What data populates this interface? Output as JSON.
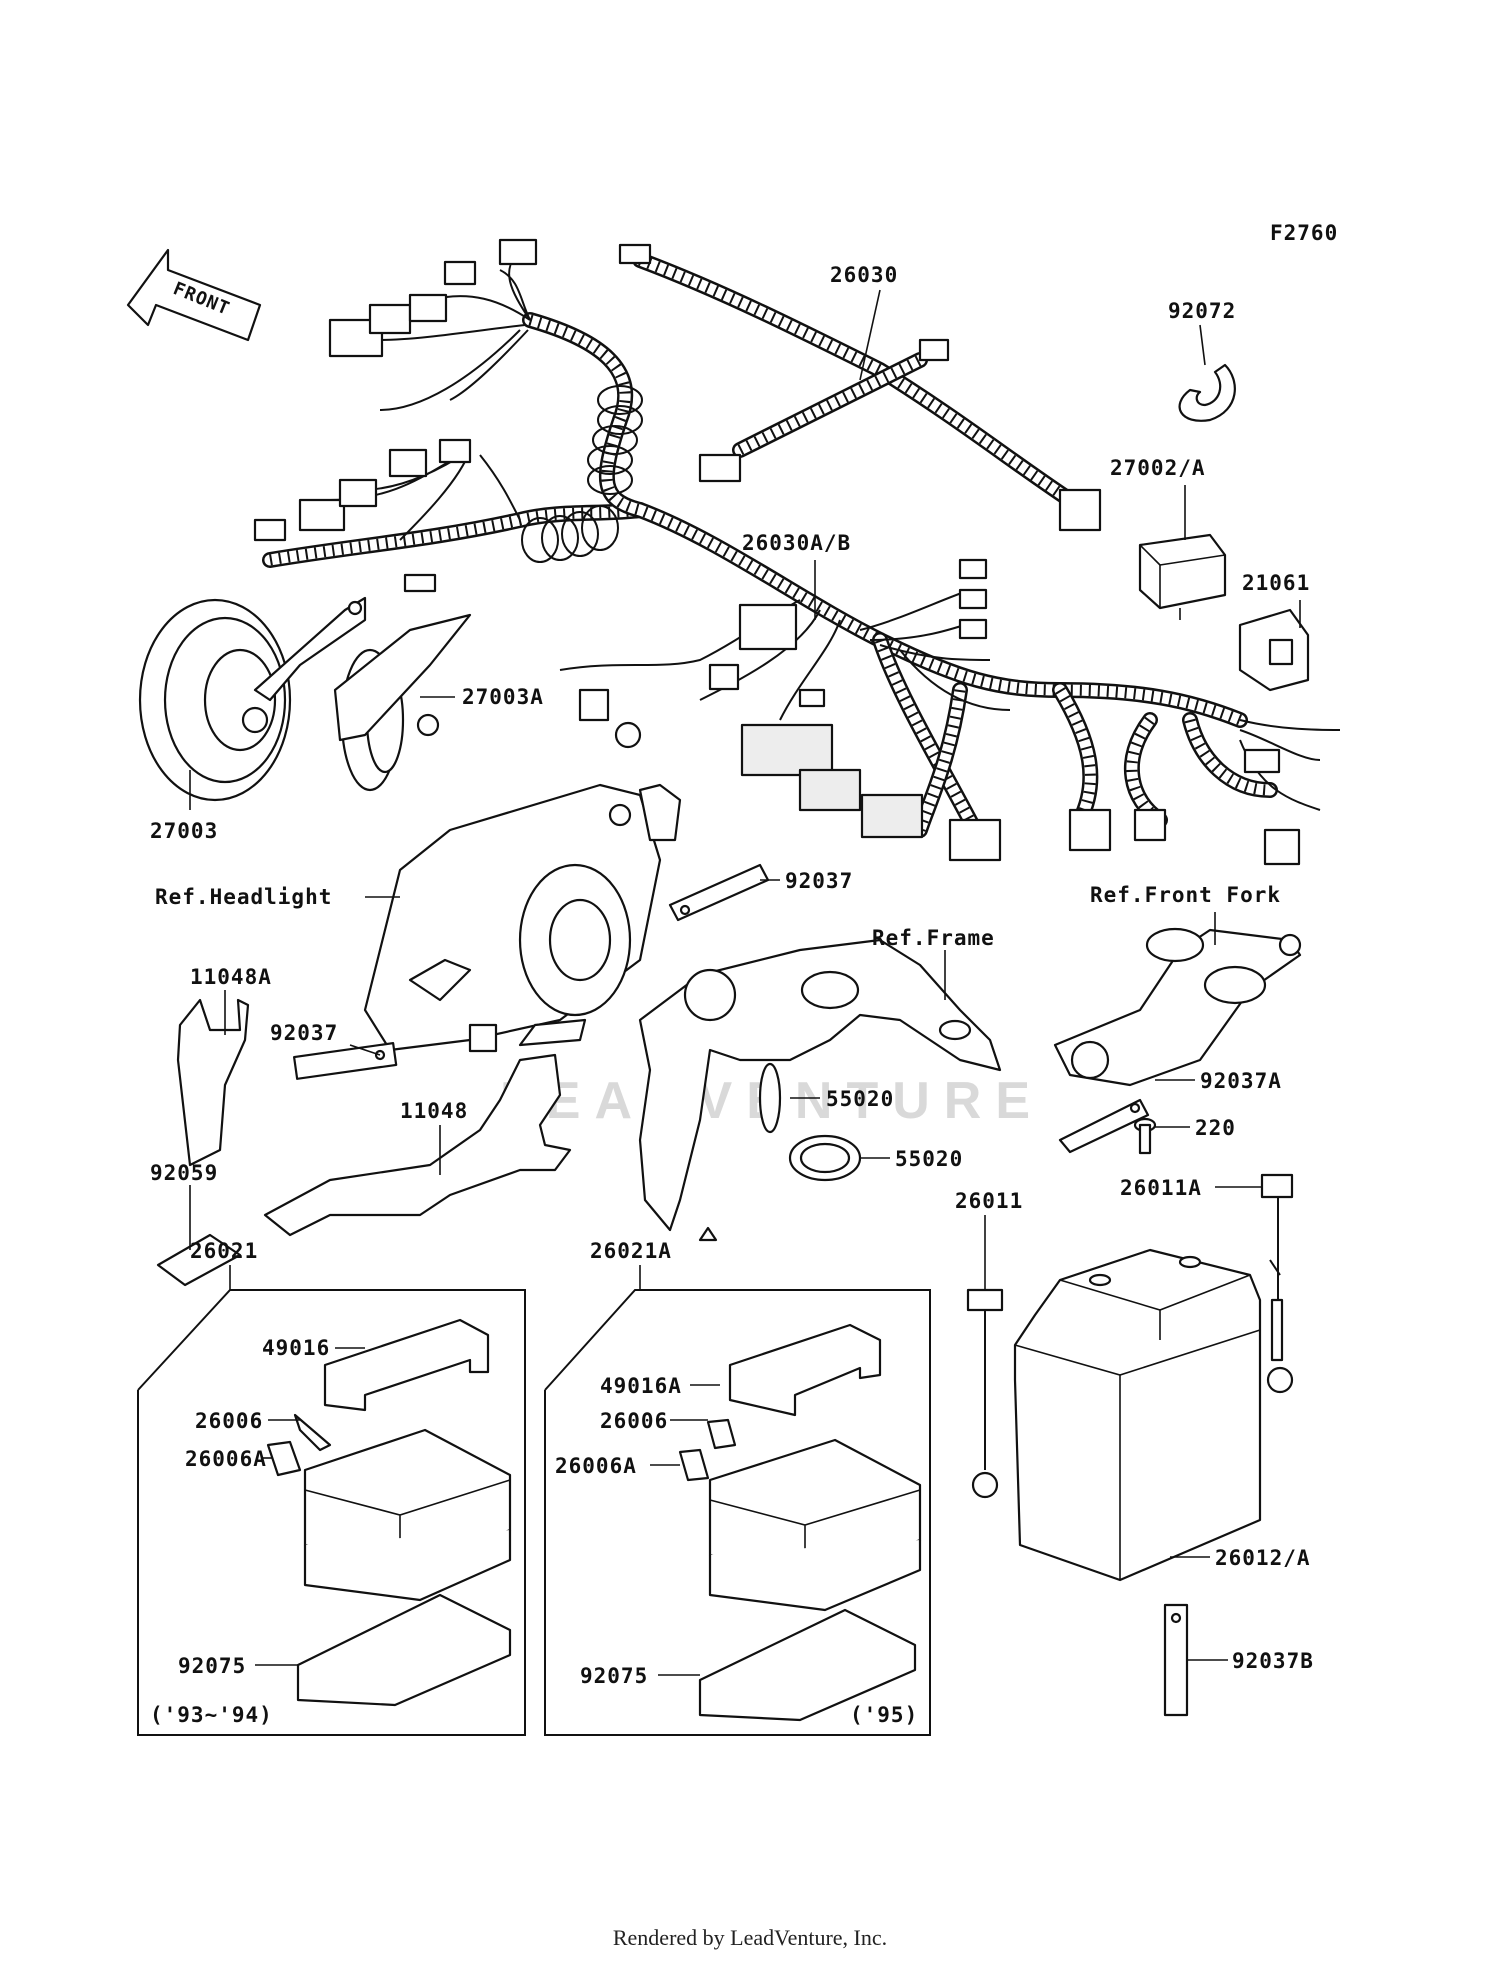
{
  "figure_code": "F2760",
  "front_arrow_text": "FRONT",
  "watermark_text": "LEADVENTURE",
  "footer_text": "Rendered by LeadVenture, Inc.",
  "labels": {
    "p26030": "26030",
    "p92072": "92072",
    "p27002A": "27002/A",
    "p26030AB": "26030A/B",
    "p21061": "21061",
    "p27003A": "27003A",
    "p27003": "27003",
    "ref_headlight": "Ref.Headlight",
    "p92037_top": "92037",
    "ref_front_fork": "Ref.Front Fork",
    "p11048A": "11048A",
    "ref_frame": "Ref.Frame",
    "p92037_left": "92037",
    "p55020_a": "55020",
    "p92037A": "92037A",
    "p11048": "11048",
    "p220": "220",
    "p55020_b": "55020",
    "p92059": "92059",
    "p26011": "26011",
    "p26011A": "26011A",
    "p26021": "26021",
    "p26021A": "26021A",
    "p49016": "49016",
    "p49016A": "49016A",
    "p26006_l": "26006",
    "p26006A_l": "26006A",
    "p26006_r": "26006",
    "p26006A_r": "26006A",
    "p26012A": "26012/A",
    "p92075_l": "92075",
    "p92075_r": "92075",
    "years_left": "('93~'94)",
    "years_right": "('95)",
    "p92037B": "92037B"
  }
}
